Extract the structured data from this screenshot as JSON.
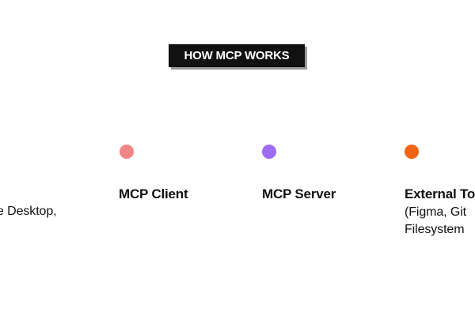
{
  "title": "HOW MCP WORKS",
  "nodes": [
    {
      "title": "",
      "lines": [
        "e Desktop,"
      ],
      "color": ""
    },
    {
      "title": "MCP Client",
      "lines": [],
      "color": "#f08585"
    },
    {
      "title": "MCP Server",
      "lines": [],
      "color": "#9d6cf2"
    },
    {
      "title": "External To",
      "lines": [
        "(Figma, Git",
        "Filesystem"
      ],
      "color": "#f06414"
    }
  ]
}
